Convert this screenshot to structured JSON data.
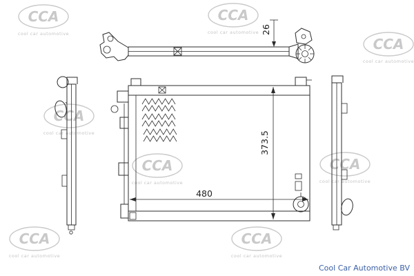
{
  "watermark": {
    "logo_text": "CCA",
    "sub_text": "cool car automotive",
    "color": "#c9c9c9"
  },
  "footer": {
    "brand": "Cool Car Automotive BV",
    "color": "#3b5fa5"
  },
  "dimensions": {
    "width_label": "480",
    "height_label": "373.5",
    "depth_label": "26"
  },
  "drawing": {
    "line_color": "#2b2b2b",
    "background": "#ffffff"
  }
}
